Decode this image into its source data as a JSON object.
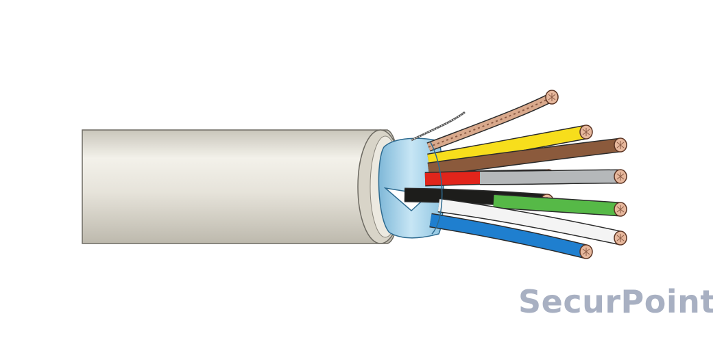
{
  "brand": {
    "name_part1": "SecurP",
    "name_o": "o",
    "name_part2": "int",
    "color": "#a8b0c2"
  },
  "cable": {
    "jacket_color": "#e5e2d8",
    "foil_shield_color": "#a9d3ea",
    "drain_wire_color": "#8a8a8a",
    "conductors": [
      {
        "color": "#d9a98c",
        "label": "bare"
      },
      {
        "color": "#f7de1c",
        "label": "yellow"
      },
      {
        "color": "#8b5a3c",
        "label": "brown"
      },
      {
        "color": "#e1251b",
        "label": "red"
      },
      {
        "color": "#b5b8ba",
        "label": "grey"
      },
      {
        "color": "#1d1d1b",
        "label": "black"
      },
      {
        "color": "#56b947",
        "label": "green"
      },
      {
        "color": "#f4f4f4",
        "label": "white"
      },
      {
        "color": "#1f7fcf",
        "label": "blue"
      }
    ]
  }
}
